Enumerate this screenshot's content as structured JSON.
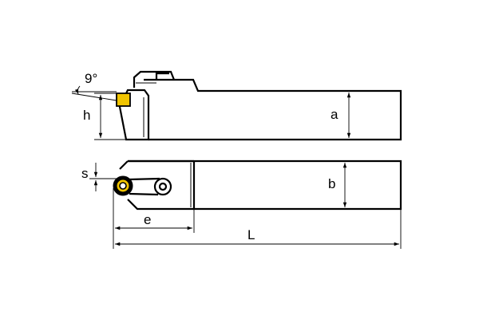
{
  "labels": {
    "angle": "9°",
    "h": "h",
    "a": "a",
    "s": "s",
    "b": "b",
    "e": "e",
    "L": "L"
  },
  "colors": {
    "insert": "#f0c400",
    "line": "#000000",
    "background": "#ffffff"
  }
}
